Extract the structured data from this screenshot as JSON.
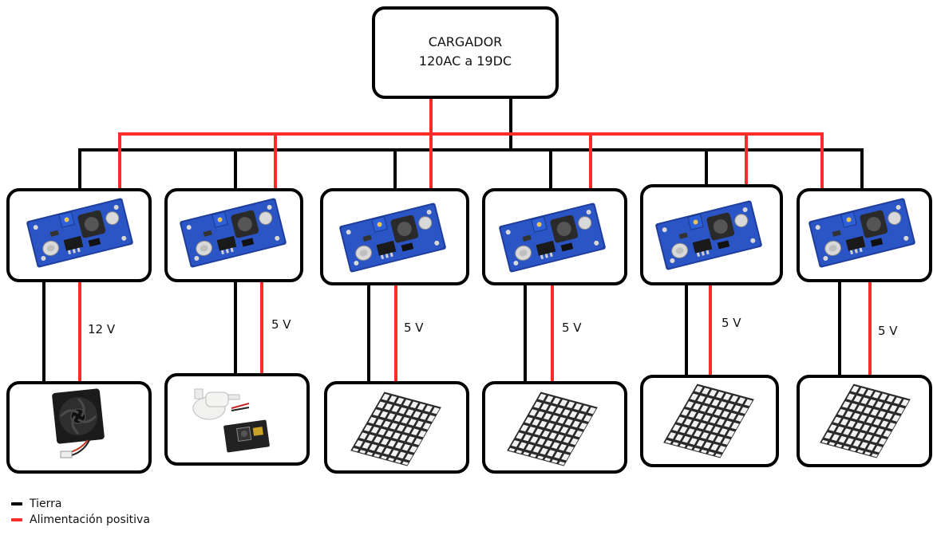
{
  "source": {
    "line1": "CARGADOR",
    "line2": "120AC a 19DC"
  },
  "converters": [
    {
      "voltage": "12 V",
      "load": "cooling-fan"
    },
    {
      "voltage": "5 V",
      "load": "water-pump-and-camera-board"
    },
    {
      "voltage": "5 V",
      "load": "led-matrix"
    },
    {
      "voltage": "5 V",
      "load": "led-matrix"
    },
    {
      "voltage": "5 V",
      "load": "led-matrix"
    },
    {
      "voltage": "5 V",
      "load": "led-matrix"
    }
  ],
  "legend": {
    "ground": {
      "label": "Tierra",
      "color": "#000000"
    },
    "positive": {
      "label": "Alimentación positiva",
      "color": "#ff2a2a"
    }
  }
}
